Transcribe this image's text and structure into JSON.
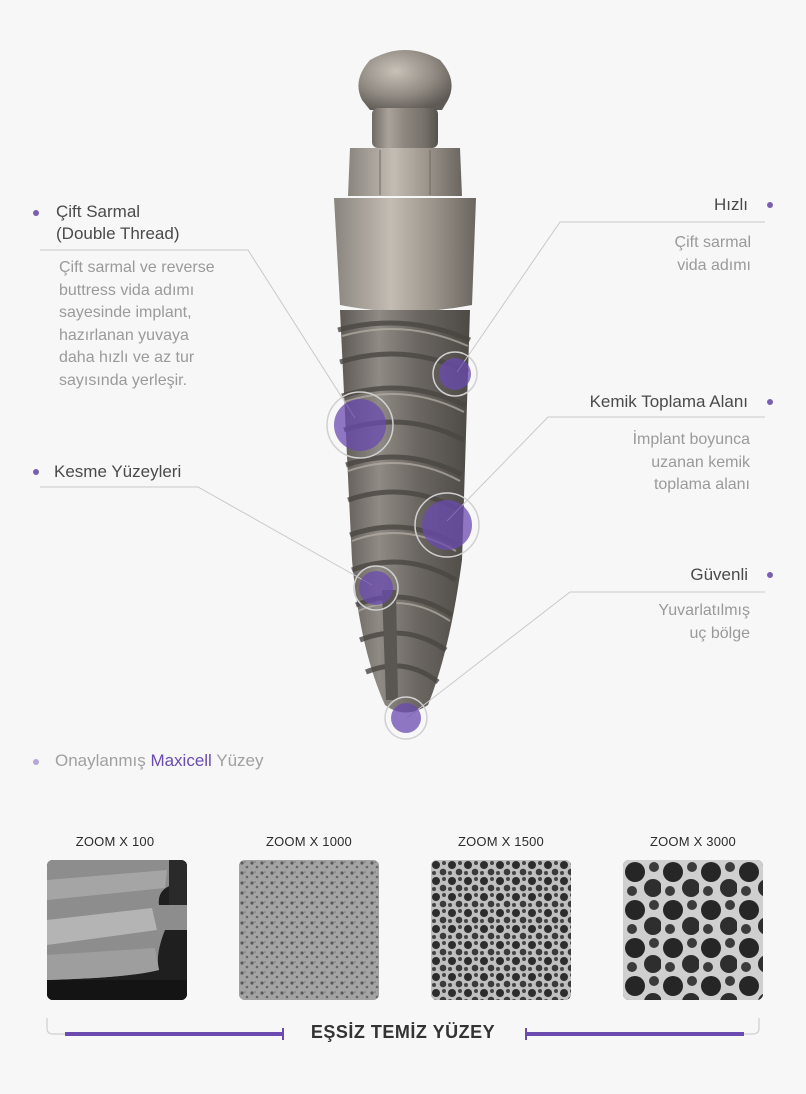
{
  "features": [
    {
      "title": "Çift Sarmal\n(Double Thread)",
      "description": "Çift sarmal ve reverse\nbuttress vida adımı\nsayesinde implant,\nhazırlanan yuvaya\ndaha hızlı ve az tur\nsayısında yerleşir."
    },
    {
      "title": "Kesme Yüzeyleri",
      "description": ""
    },
    {
      "title": "Hızlı",
      "description": "Çift sarmal\nvida adımı"
    },
    {
      "title": "Kemik Toplama Alanı",
      "description": "İmplant boyunca\nuzanan kemik\ntoplama alanı"
    },
    {
      "title": "Güvenli",
      "description": "Yuvarlatılmış\nuç bölge"
    }
  ],
  "surface": {
    "prefix": "Onaylanmış",
    "brand": "Maxicell",
    "suffix": "Yüzey"
  },
  "zooms": [
    "ZOOM X 100",
    "ZOOM X 1000",
    "ZOOM X 1500",
    "ZOOM X 3000"
  ],
  "banner": "EŞSİZ TEMİZ YÜZEY",
  "colors": {
    "accent": "#7a5fb0",
    "background": "#f7f7f7"
  }
}
